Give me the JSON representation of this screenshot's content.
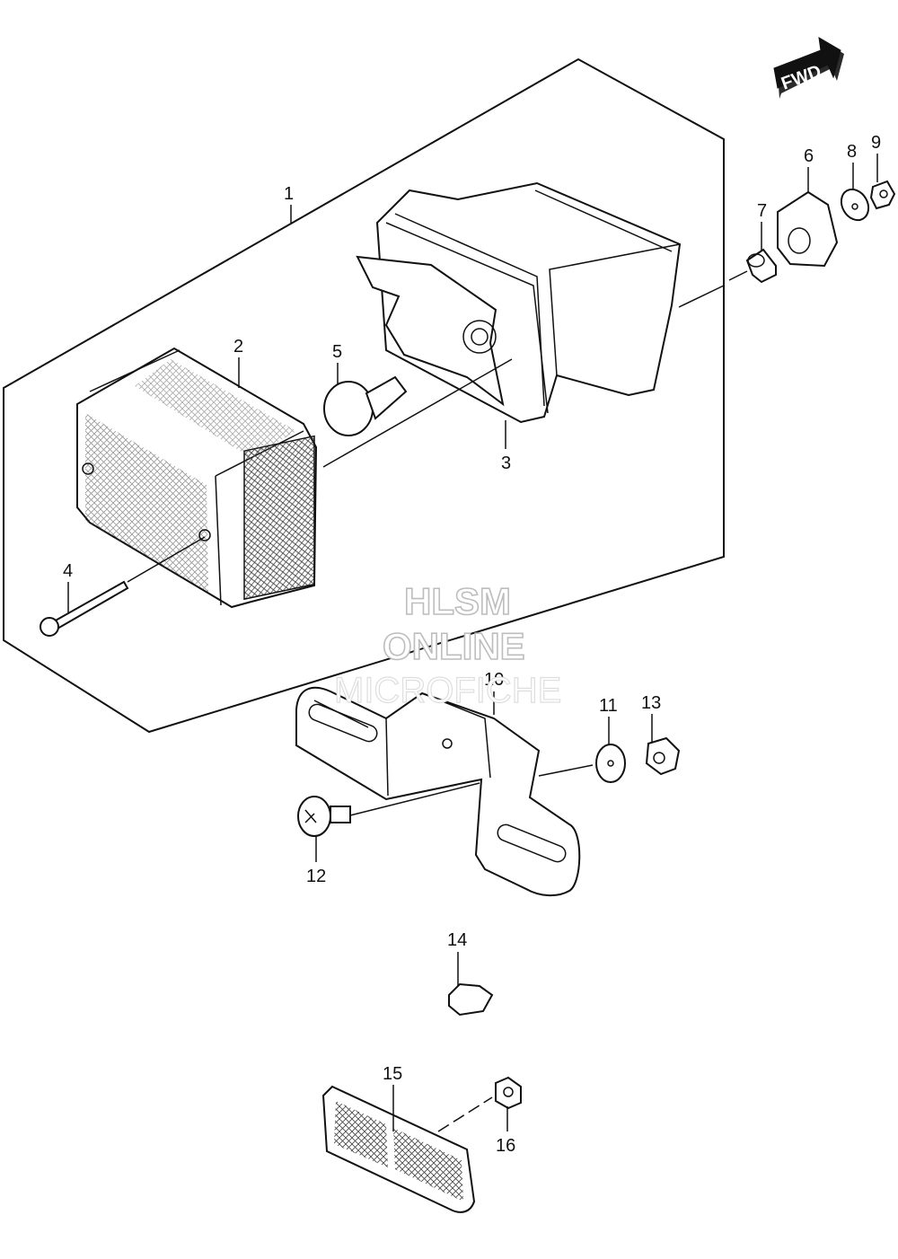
{
  "watermark": {
    "line1": "HLSM",
    "line2": "ONLINE",
    "line3": "MICROFICHE"
  },
  "fwd_label": "FWD",
  "callouts": [
    "1",
    "2",
    "3",
    "4",
    "5",
    "6",
    "7",
    "8",
    "9",
    "10",
    "11",
    "12",
    "13",
    "14",
    "15",
    "16"
  ]
}
